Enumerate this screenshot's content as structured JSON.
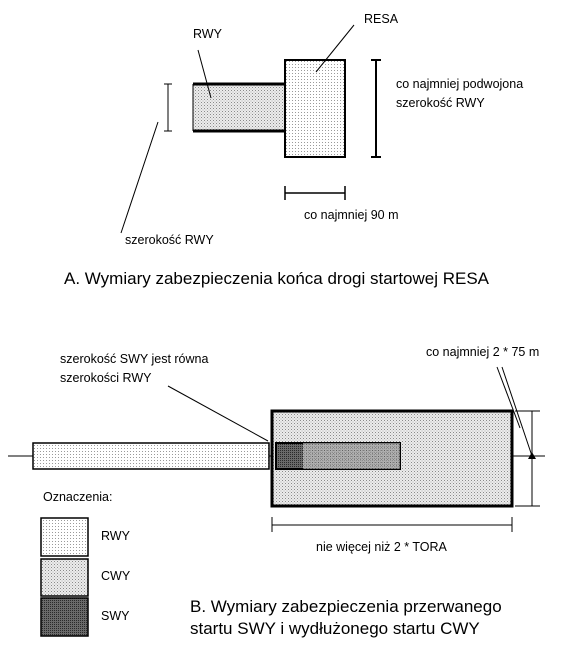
{
  "section_a": {
    "rwy_label": "RWY",
    "resa_label": "RESA",
    "resa_width_note_line1": "co najmniej podwojona",
    "resa_width_note_line2": "szerokość RWY",
    "resa_length_note": "co najmniej 90 m",
    "rwy_width_label": "szerokość RWY",
    "caption": "A. Wymiary zabezpieczenia końca drogi startowej  RESA"
  },
  "section_b": {
    "swy_width_note_line1": "szerokość SWY jest równa",
    "swy_width_note_line2": "szerokości RWY",
    "cwy_width_note": "co najmniej 2 * 75 m",
    "cwy_length_note": "nie więcej niż 2 * TORA",
    "caption_line1": "B. Wymiary zabezpieczenia przerwanego",
    "caption_line2": "startu SWY i wydłużonego startu CWY"
  },
  "legend": {
    "title": "Oznaczenia:",
    "items": [
      {
        "label": "RWY",
        "color": "#e6e6e6"
      },
      {
        "label": "CWY",
        "color": "#d2d2d2"
      },
      {
        "label": "SWY",
        "color": "#555555"
      }
    ]
  }
}
